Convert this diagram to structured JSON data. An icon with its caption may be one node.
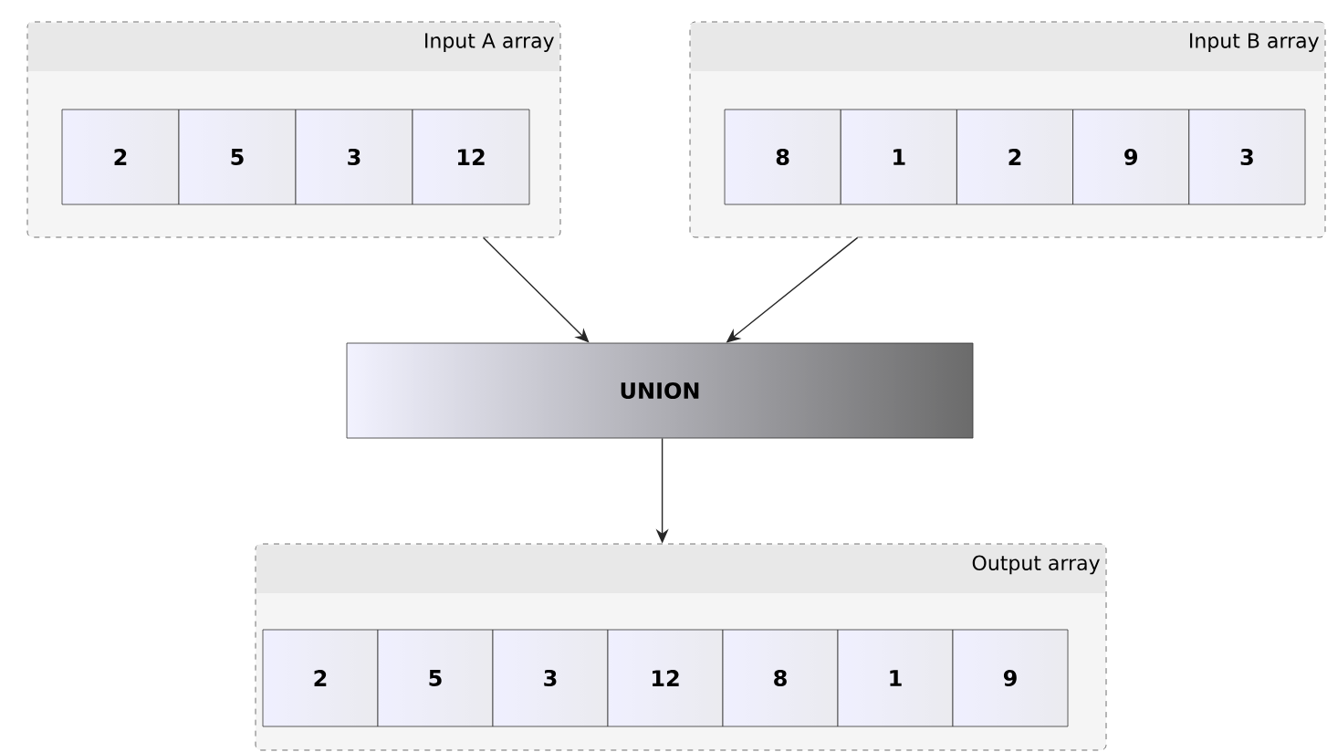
{
  "diagram": {
    "nodes": [
      {
        "text": [
          "Input A array"
        ]
      },
      {
        "text": [
          "2"
        ],
        "in": 0
      },
      {
        "text": [
          "5"
        ],
        "in": 0
      },
      {
        "text": [
          "3"
        ],
        "in": 0
      },
      {
        "text": [
          "12"
        ],
        "in": 0
      },
      {
        "text": [
          "Input B array"
        ]
      },
      {
        "text": [
          "8"
        ],
        "in": 5
      },
      {
        "text": [
          "1"
        ],
        "in": 5
      },
      {
        "text": [
          "2"
        ],
        "in": 5
      },
      {
        "text": [
          "9"
        ],
        "in": 5
      },
      {
        "text": [
          "3"
        ],
        "in": 5
      },
      {
        "text": [
          "UNION"
        ]
      },
      {
        "text": [
          "Output array"
        ]
      },
      {
        "text": [
          "2"
        ],
        "in": 12
      },
      {
        "text": [
          "5"
        ],
        "in": 12
      },
      {
        "text": [
          "3"
        ],
        "in": 12
      },
      {
        "text": [
          "12"
        ],
        "in": 12
      },
      {
        "text": [
          "8"
        ],
        "in": 12
      },
      {
        "text": [
          "1"
        ],
        "in": 12
      },
      {
        "text": [
          "9"
        ],
        "in": 12
      }
    ],
    "edges": [
      {
        "from": 0,
        "to": 11,
        "arrow": "to"
      },
      {
        "from": 5,
        "to": 11,
        "arrow": "to"
      },
      {
        "from": 11,
        "to": 12,
        "arrow": "to"
      }
    ]
  }
}
